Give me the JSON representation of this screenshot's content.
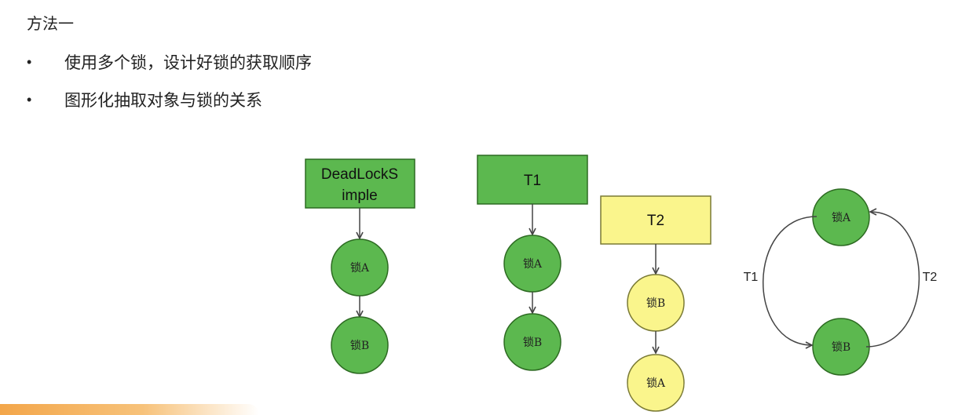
{
  "heading": "方法一",
  "bullets": [
    "使用多个锁，设计好锁的获取顺序",
    "图形化抽取对象与锁的关系"
  ],
  "colors": {
    "green_fill": "#5cb84f",
    "green_stroke": "#2d6b22",
    "yellow_fill": "#faf58c",
    "yellow_stroke": "#7a7a35",
    "edge": "#444444",
    "footer_accent": "#f3a64a"
  },
  "diagram": {
    "sample": {
      "box_line1": "DeadLockS",
      "box_line2": "imple",
      "lock1": "锁A",
      "lock2": "锁B"
    },
    "t1": {
      "box": "T1",
      "lock1": "锁A",
      "lock2": "锁B"
    },
    "t2": {
      "box": "T2",
      "lock1": "锁B",
      "lock2": "锁A"
    },
    "cycle": {
      "top": "锁A",
      "bottom": "锁B",
      "left_label": "T1",
      "right_label": "T2"
    }
  }
}
